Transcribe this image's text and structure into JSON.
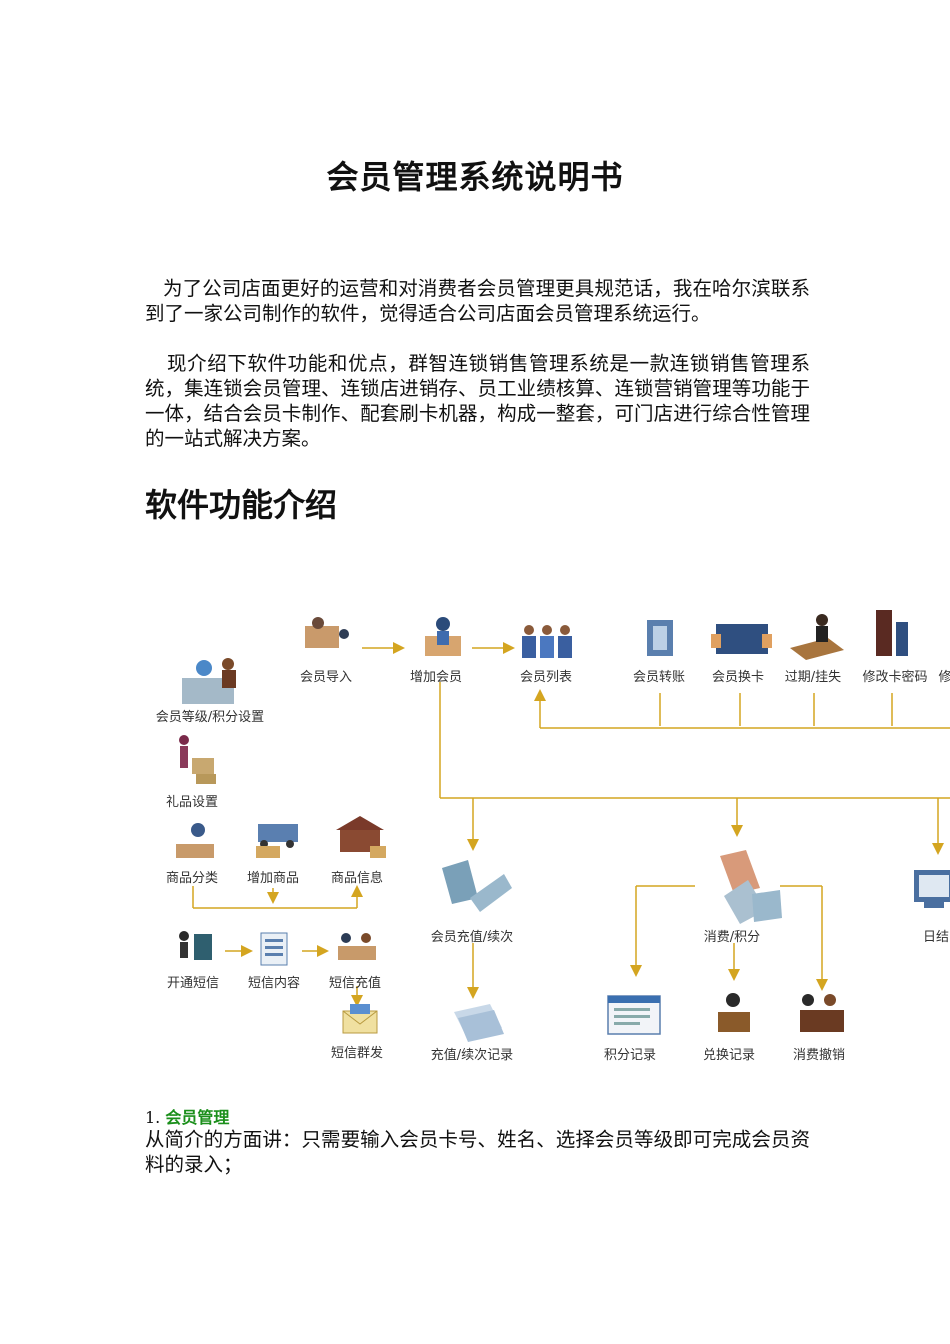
{
  "document": {
    "title": "会员管理系统说明书",
    "intro_1": "为了公司店面更好的运营和对消费者会员管理更具规范话，我在哈尔滨联系到了一家公司制作的软件，觉得适合公司店面会员管理系统运行。",
    "intro_2": "现介绍下软件功能和优点，群智连锁销售管理系统是一款连锁销售管理系统，集连锁会员管理、连锁店进销存、员工业绩核算、连锁营销管理等功能于一体，结合会员卡制作、配套刷卡机器，构成一整套，可门店进行综合性管理的一站式解决方案。",
    "section_heading": "软件功能介绍",
    "item_number": "1.",
    "item_title": "会员管理",
    "item_text": "从简介的方面讲：只需要输入会员卡号、姓名、选择会员等级即可完成会员资料的录入；"
  },
  "flow": {
    "accent_color": "#d4a520",
    "labels": {
      "member_import": "会员导入",
      "add_member": "增加会员",
      "member_list": "会员列表",
      "member_transfer": "会员转账",
      "member_card_swap": "会员换卡",
      "expire_loss": "过期/挂失",
      "change_card_pwd": "修改卡密码",
      "cut_label": "修",
      "level_points": "会员等级/积分设置",
      "gift_setting": "礼品设置",
      "goods_category": "商品分类",
      "add_goods": "增加商品",
      "goods_info": "商品信息",
      "open_sms": "开通短信",
      "sms_content": "短信内容",
      "sms_recharge": "短信充值",
      "sms_broadcast": "短信群发",
      "recharge_renew": "会员充值/续次",
      "recharge_record": "充值/续次记录",
      "consume_points": "消费/积分",
      "points_record": "积分记录",
      "exchange_record": "兑换记录",
      "consume_cancel": "消费撤销",
      "daily": "日结"
    }
  }
}
